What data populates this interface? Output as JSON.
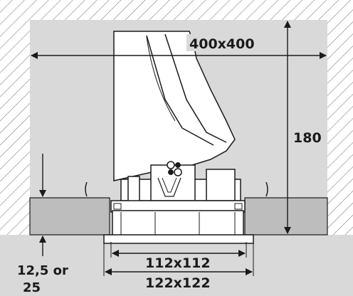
{
  "dimensions": {
    "ceiling_opening": "400x400",
    "clearance_height": "180",
    "inner_grille": "112x112",
    "outer_grille": "122x122",
    "ceiling_thickness_line1": "12,5 or",
    "ceiling_thickness_line2": "25"
  },
  "colors": {
    "cavity": "#d9d9d9",
    "ceiling_tile": "#bdbdbd",
    "hatch": "#8c8c8c",
    "line": "#1a1a1a",
    "unit_fill": "#ffffff"
  }
}
